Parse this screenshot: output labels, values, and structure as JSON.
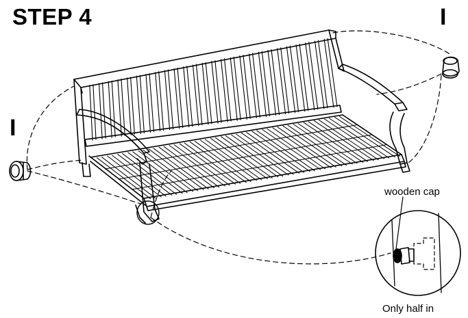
{
  "heading": "STEP 4",
  "part_labels": [
    "I",
    "I"
  ],
  "callout": {
    "label_top": "wooden cap",
    "label_bottom": "Only half in"
  },
  "colors": {
    "line": "#000000",
    "background": "#ffffff"
  }
}
